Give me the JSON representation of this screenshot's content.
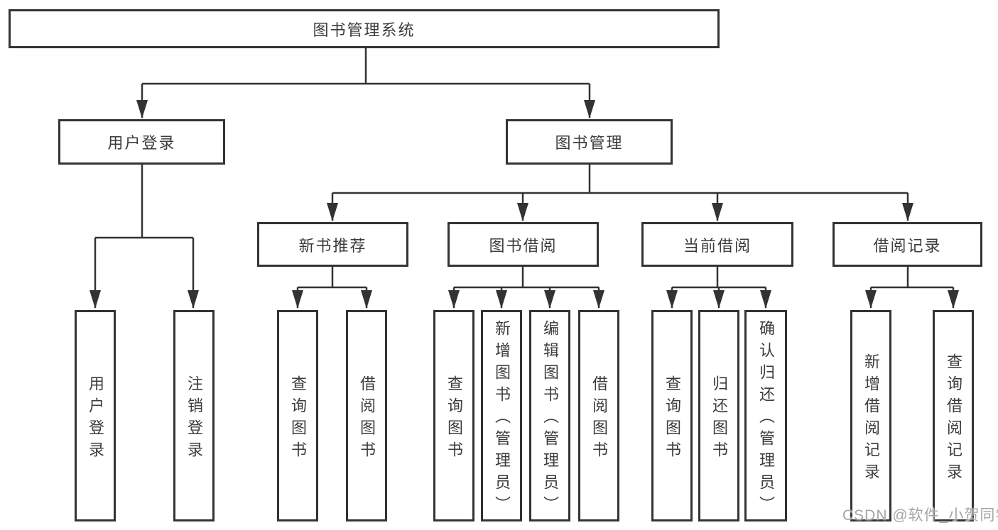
{
  "colors": {
    "line": "#333333",
    "border": "#333333",
    "text": "#3c3c3c",
    "watermark": "#a6a6a6",
    "background": "#ffffff"
  },
  "tree": {
    "root": "图书管理系统",
    "branches": [
      {
        "label": "用户登录",
        "children": [
          "用户登录",
          "注销登录"
        ]
      },
      {
        "label": "图书管理",
        "sections": [
          {
            "label": "新书推荐",
            "children": [
              "查询图书",
              "借阅图书"
            ]
          },
          {
            "label": "图书借阅",
            "children": [
              "查询图书",
              "新增图书（管理员）",
              "编辑图书（管理员）",
              "借阅图书"
            ]
          },
          {
            "label": "当前借阅",
            "children": [
              "查询图书",
              "归还图书",
              "确认归还（管理员）"
            ]
          },
          {
            "label": "借阅记录",
            "children": [
              "新增借阅记录",
              "查询借阅记录"
            ]
          }
        ]
      }
    ]
  },
  "watermark": "CSDN @软件_小贺同学"
}
